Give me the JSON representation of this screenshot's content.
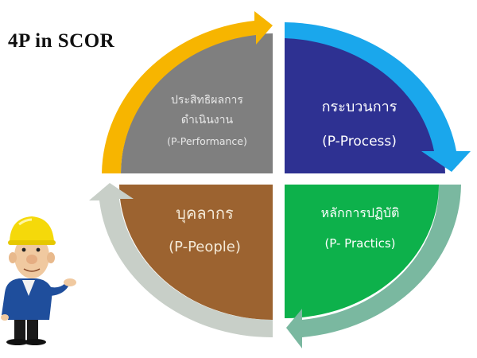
{
  "title": "4P in SCOR",
  "quadrants": {
    "performance": {
      "thai_line1": "ประสิทธิผลการ",
      "thai_line2": "ดำเนินงาน",
      "english": "(P-Performance)",
      "color": "#7f7f7f",
      "arrow_color": "#f7b500"
    },
    "process": {
      "thai": "กระบวนการ",
      "english": "(P-Process)",
      "color": "#2e3192",
      "arrow_color": "#1aa7ec"
    },
    "practice": {
      "thai": "หลักการปฏิบัติ",
      "english": "(P- Practics)",
      "color": "#0db14b",
      "arrow_color": "#7ab8a0"
    },
    "people": {
      "thai": "บุคลากร",
      "english": "(P-People)",
      "color": "#9c6330",
      "arrow_color": "#c8cfc8"
    }
  },
  "mascot": {
    "description": "engineer-with-yellow-hardhat",
    "helmet_color": "#f5d90a",
    "shirt_color": "#1f4e9c"
  }
}
